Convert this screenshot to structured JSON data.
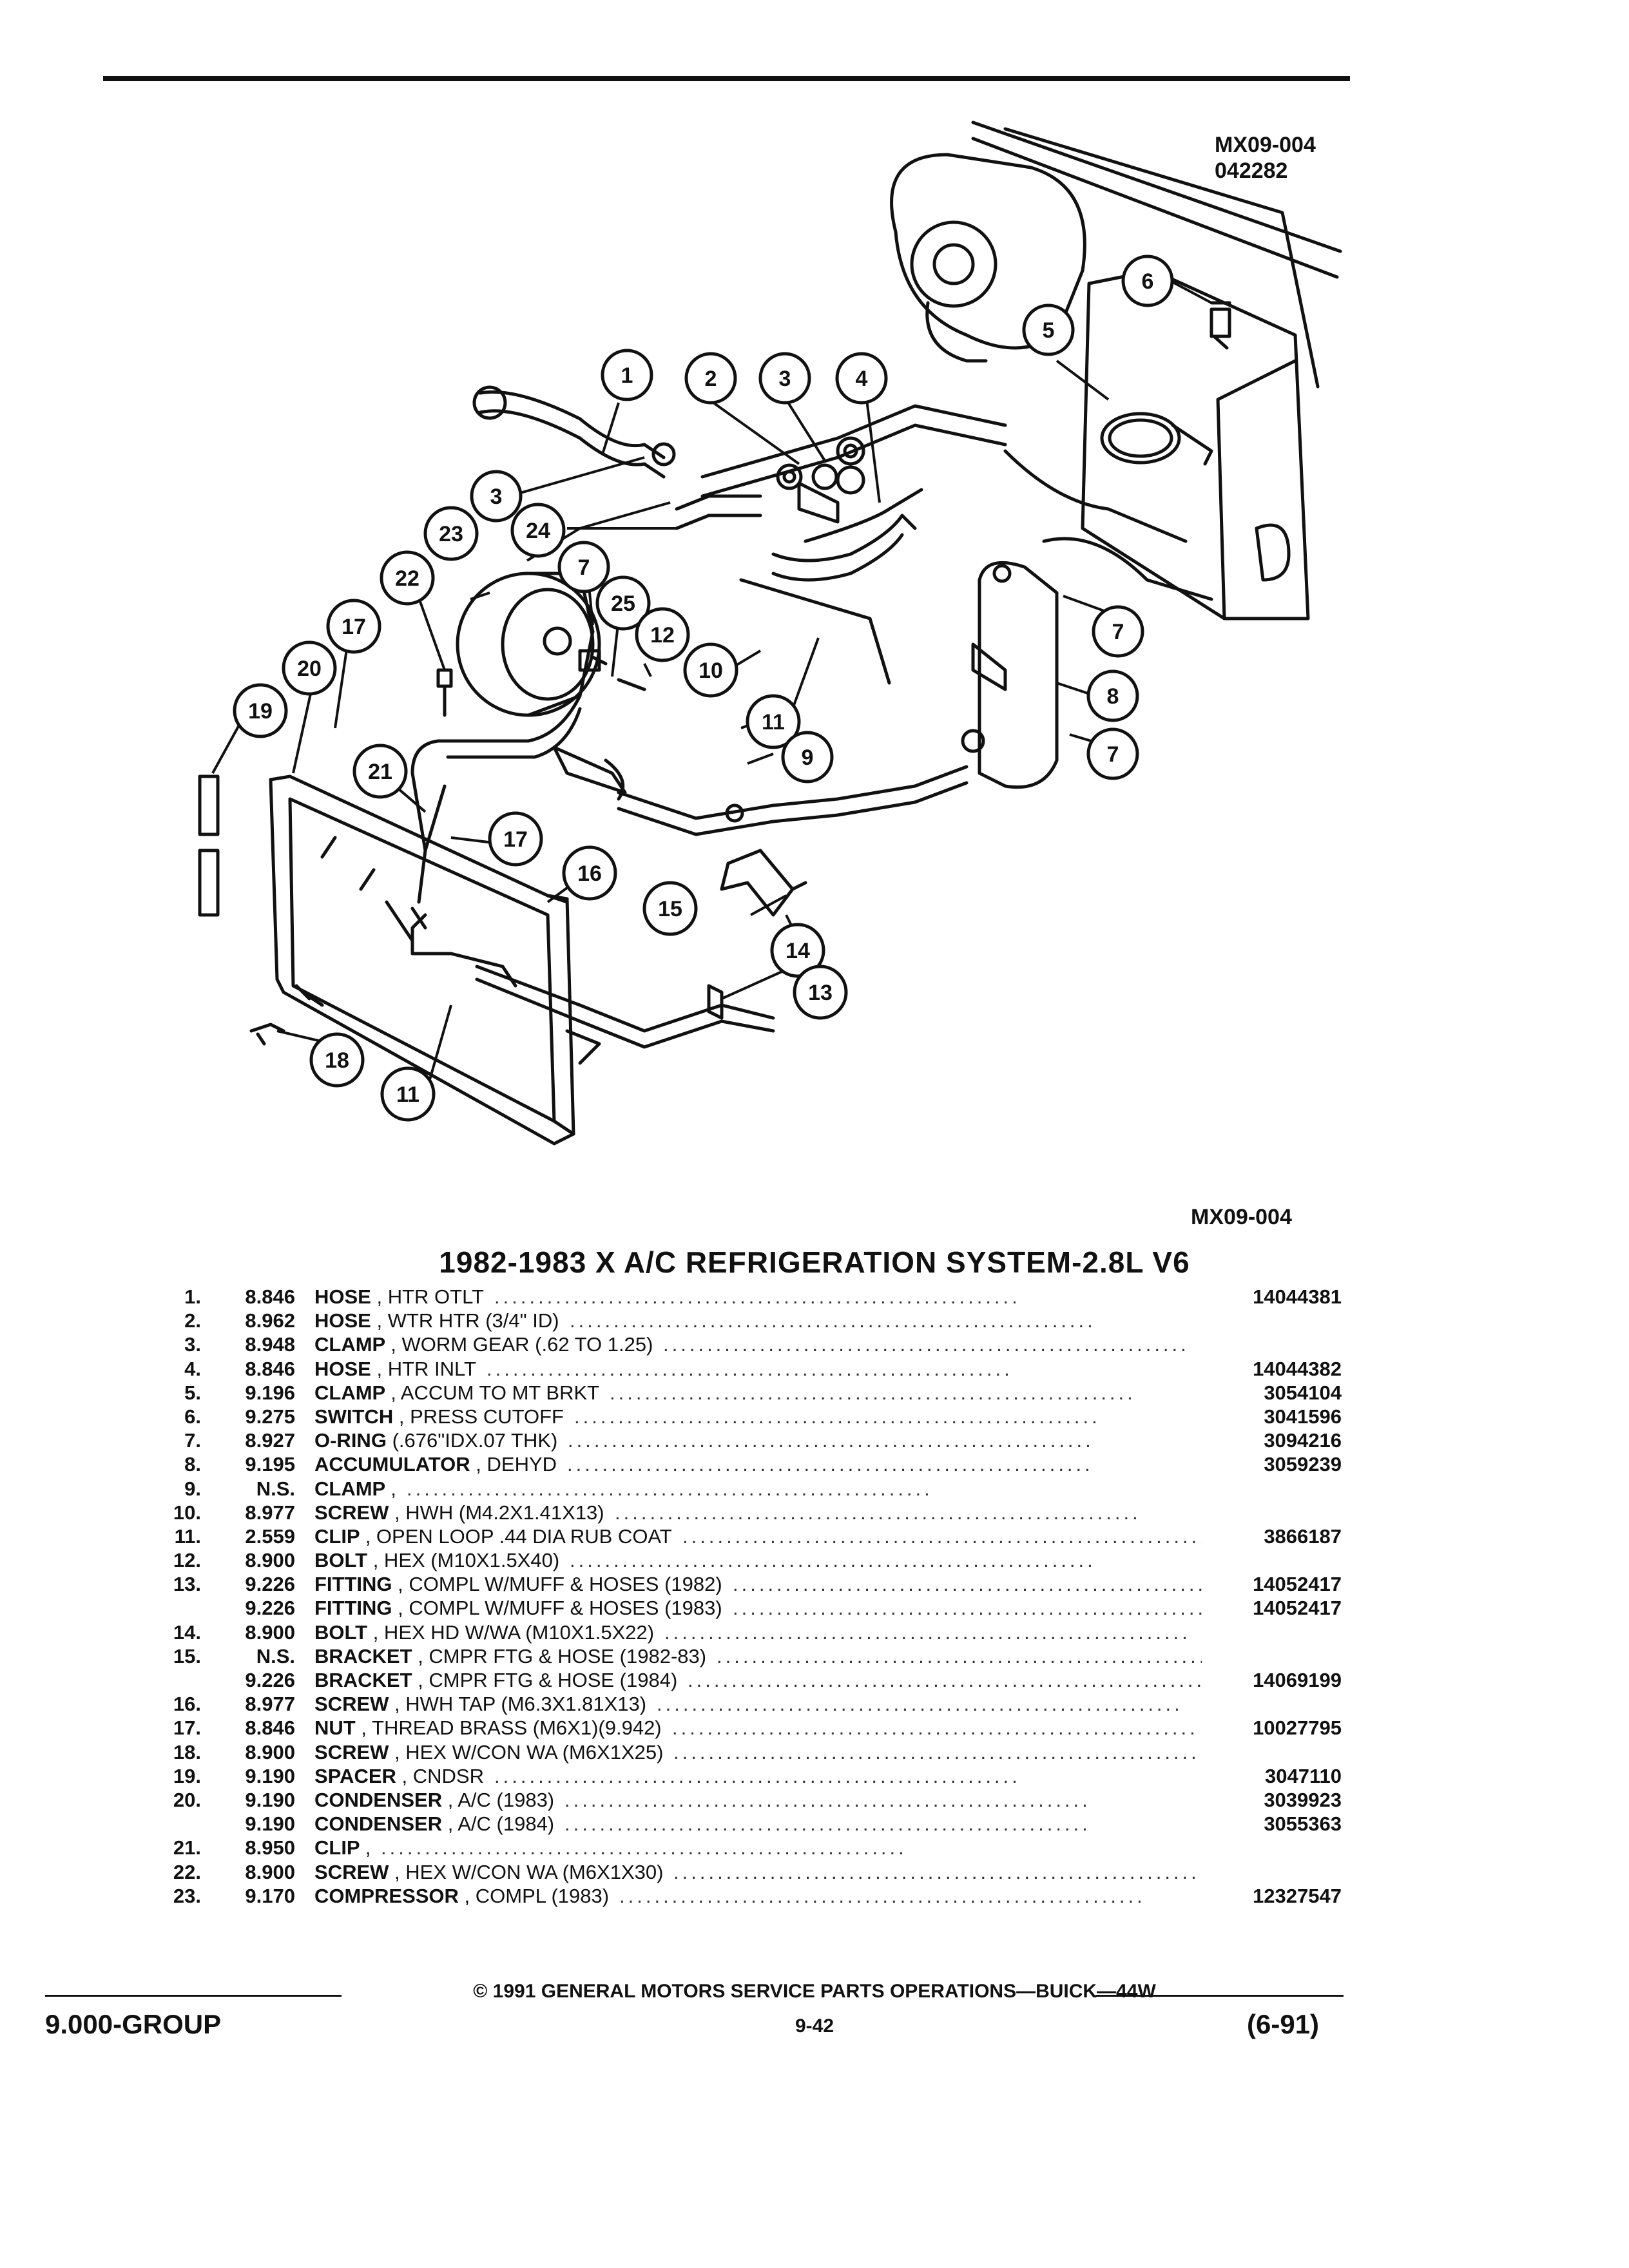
{
  "diagram": {
    "ref_code": "MX09-004",
    "ref_date": "042282",
    "callouts": [
      "1",
      "2",
      "3",
      "4",
      "5",
      "6",
      "7",
      "8",
      "9",
      "10",
      "11",
      "12",
      "13",
      "14",
      "15",
      "16",
      "17",
      "18",
      "19",
      "20",
      "21",
      "22",
      "23",
      "24",
      "25"
    ],
    "caption_code": "MX09-004"
  },
  "title": "1982-1983 X A/C REFRIGERATION SYSTEM-2.8L V6",
  "parts": [
    {
      "num": "1.",
      "group": "8.846",
      "name": "HOSE",
      "detail": ", HTR OTLT",
      "part": "14044381"
    },
    {
      "num": "2.",
      "group": "8.962",
      "name": "HOSE",
      "detail": ", WTR HTR (3/4\" ID)",
      "part": ""
    },
    {
      "num": "3.",
      "group": "8.948",
      "name": "CLAMP",
      "detail": ", WORM GEAR (.62 TO 1.25)",
      "part": ""
    },
    {
      "num": "4.",
      "group": "8.846",
      "name": "HOSE",
      "detail": ", HTR INLT",
      "part": "14044382"
    },
    {
      "num": "5.",
      "group": "9.196",
      "name": "CLAMP",
      "detail": ", ACCUM TO MT BRKT",
      "part": "3054104"
    },
    {
      "num": "6.",
      "group": "9.275",
      "name": "SWITCH",
      "detail": ", PRESS CUTOFF",
      "part": "3041596"
    },
    {
      "num": "7.",
      "group": "8.927",
      "name": "O-RING",
      "detail": "(.676\"IDX.07 THK)",
      "part": "3094216"
    },
    {
      "num": "8.",
      "group": "9.195",
      "name": "ACCUMULATOR",
      "detail": ", DEHYD",
      "part": "3059239"
    },
    {
      "num": "9.",
      "group": "N.S.",
      "name": "CLAMP",
      "detail": ",",
      "part": ""
    },
    {
      "num": "10.",
      "group": "8.977",
      "name": "SCREW",
      "detail": ", HWH (M4.2X1.41X13)",
      "part": ""
    },
    {
      "num": "11.",
      "group": "2.559",
      "name": "CLIP",
      "detail": ", OPEN LOOP .44 DIA RUB COAT",
      "part": "3866187"
    },
    {
      "num": "12.",
      "group": "8.900",
      "name": "BOLT",
      "detail": ", HEX (M10X1.5X40)",
      "part": ""
    },
    {
      "num": "13.",
      "group": "9.226",
      "name": "FITTING",
      "detail": ", COMPL W/MUFF & HOSES (1982)",
      "part": "14052417"
    },
    {
      "num": "",
      "group": "9.226",
      "name": "FITTING",
      "detail": ", COMPL W/MUFF & HOSES (1983)",
      "part": "14052417"
    },
    {
      "num": "14.",
      "group": "8.900",
      "name": "BOLT",
      "detail": ", HEX HD W/WA (M10X1.5X22)",
      "part": ""
    },
    {
      "num": "15.",
      "group": "N.S.",
      "name": "BRACKET",
      "detail": ", CMPR FTG & HOSE (1982-83)",
      "part": ""
    },
    {
      "num": "",
      "group": "9.226",
      "name": "BRACKET",
      "detail": ", CMPR FTG & HOSE (1984)",
      "part": "14069199"
    },
    {
      "num": "16.",
      "group": "8.977",
      "name": "SCREW",
      "detail": ", HWH TAP (M6.3X1.81X13)",
      "part": ""
    },
    {
      "num": "17.",
      "group": "8.846",
      "name": "NUT",
      "detail": ", THREAD BRASS (M6X1)(9.942)",
      "part": "10027795"
    },
    {
      "num": "18.",
      "group": "8.900",
      "name": "SCREW",
      "detail": ", HEX W/CON WA (M6X1X25)",
      "part": ""
    },
    {
      "num": "19.",
      "group": "9.190",
      "name": "SPACER",
      "detail": ", CNDSR",
      "part": "3047110"
    },
    {
      "num": "20.",
      "group": "9.190",
      "name": "CONDENSER",
      "detail": ", A/C (1983)",
      "part": "3039923"
    },
    {
      "num": "",
      "group": "9.190",
      "name": "CONDENSER",
      "detail": ", A/C (1984)",
      "part": "3055363"
    },
    {
      "num": "21.",
      "group": "8.950",
      "name": "CLIP",
      "detail": ",",
      "part": ""
    },
    {
      "num": "22.",
      "group": "8.900",
      "name": "SCREW",
      "detail": ", HEX W/CON WA (M6X1X30)",
      "part": ""
    },
    {
      "num": "23.",
      "group": "9.170",
      "name": "COMPRESSOR",
      "detail": ", COMPL (1983)",
      "part": "12327547"
    }
  ],
  "footer": {
    "copyright": "© 1991 GENERAL MOTORS SERVICE PARTS OPERATIONS—BUICK—44W",
    "section": "9.000-GROUP",
    "page": "9-42",
    "date": "(6-91)"
  }
}
